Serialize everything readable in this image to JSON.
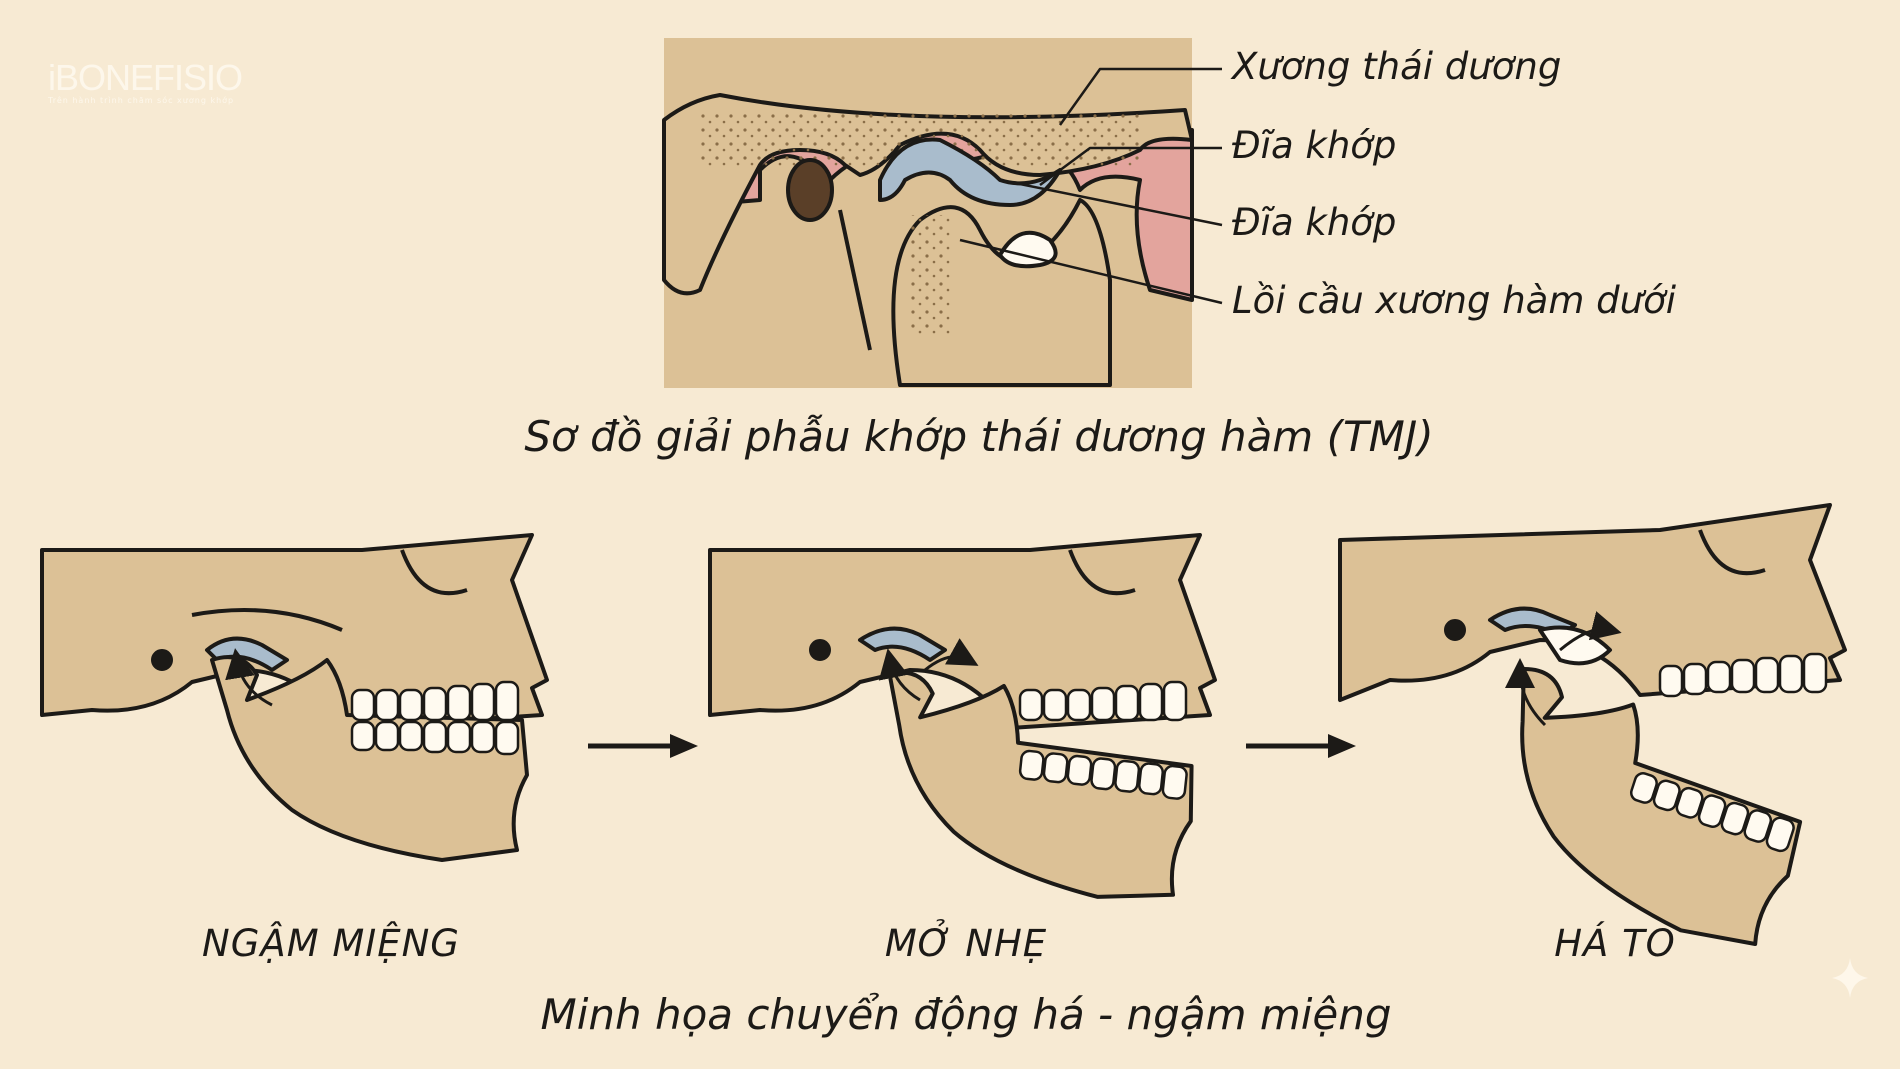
{
  "logo": {
    "name": "iBONEFISIO",
    "tagline": "Trên hành trình chăm sóc xương khớp"
  },
  "anatomy": {
    "labels": [
      "Xương thái dương",
      "Đĩa khớp",
      "Đĩa khớp",
      "Lồi cầu xương hàm dưới"
    ],
    "caption": "Sơ đồ giải phẫu khớp thái dương hàm (TMJ)"
  },
  "motion": {
    "states": [
      "NGẬM MIỆNG",
      "MỞ NHẸ",
      "HÁ TO"
    ],
    "caption": "Minh họa chuyển động há - ngậm miệng"
  },
  "colors": {
    "background": "#f7ead3",
    "bone": "#dcc196",
    "soft_tissue": "#e3a49d",
    "disc": "#a9bccc",
    "outline": "#1c1a17"
  }
}
